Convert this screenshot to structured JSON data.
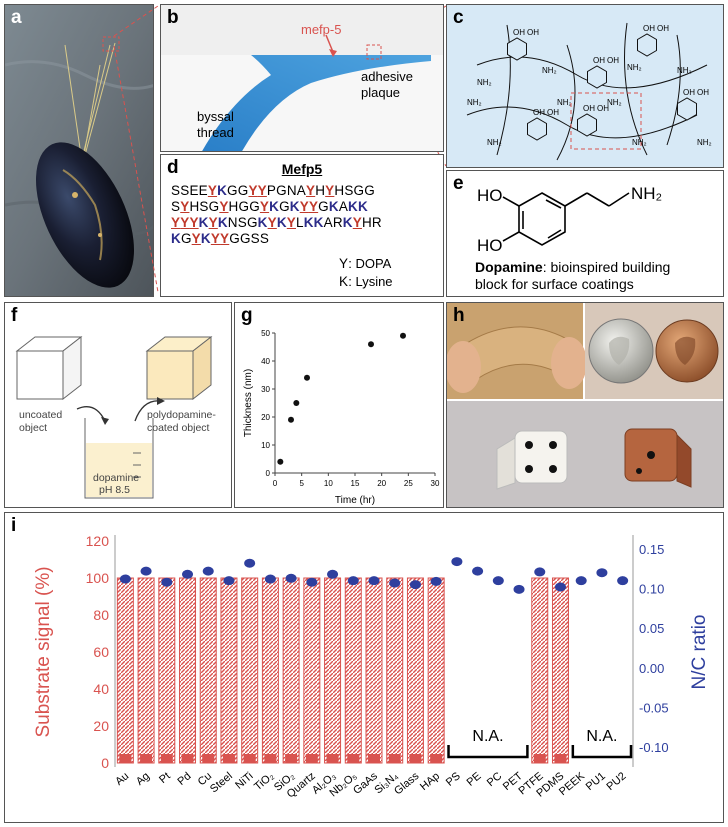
{
  "labels": {
    "a": "a",
    "b": "b",
    "c": "c",
    "d": "d",
    "e": "e",
    "f": "f",
    "g": "g",
    "h": "h",
    "i": "i"
  },
  "panel_b": {
    "mefp": "mefp-5",
    "adhesive": "adhesive",
    "plaque": "plaque",
    "byssal": "byssal",
    "thread": "thread"
  },
  "panel_c": {
    "nh2": "NH₂",
    "oh": "OH"
  },
  "panel_d": {
    "title": "Mefp5",
    "lines": [
      "SSEEYKGGYYPGNAYHYHSGG",
      "SYHSGYHGGYKGKYYGKAKK",
      "YYYKYKNSGKYKYLKKARKYHR",
      "KGYKYYGGSS"
    ],
    "legend_y_code": "Y",
    "legend_y": ": DOPA",
    "legend_k_code": "K",
    "legend_k": ": Lysine"
  },
  "panel_e": {
    "ho_top": "HO",
    "ho_bottom": "HO",
    "nh2": "NH₂",
    "caption_bold": "Dopamine",
    "caption_rest": ": bioinspired building",
    "caption_line2": "block for surface coatings"
  },
  "panel_f": {
    "uncoated": "uncoated",
    "object": "object",
    "coated1": "polydopamine-",
    "coated2": "coated object",
    "dopamine": "dopamine",
    "ph": "pH 8.5"
  },
  "panel_h": {},
  "chart_data": [
    {
      "type": "scatter",
      "title": "",
      "xlabel": "Time (hr)",
      "ylabel": "Thickness (nm)",
      "xlim": [
        0,
        30
      ],
      "ylim": [
        0,
        50
      ],
      "xticks": [
        0,
        5,
        10,
        15,
        20,
        25,
        30
      ],
      "yticks": [
        0,
        10,
        20,
        30,
        40,
        50
      ],
      "x": [
        1,
        3,
        4,
        6,
        18,
        24
      ],
      "y": [
        4,
        19,
        25,
        34,
        46,
        49
      ]
    },
    {
      "type": "bar",
      "ylabel": "Substrate signal (%)",
      "y2label": "N/C ratio",
      "ylim": [
        0,
        120
      ],
      "yticks": [
        0,
        20,
        40,
        60,
        80,
        100,
        120
      ],
      "y2lim": [
        -0.12,
        0.16
      ],
      "y2ticks": [
        "-0.10",
        "-0.05",
        "0.00",
        "0.05",
        "0.10",
        "0.15"
      ],
      "categories": [
        "Au",
        "Ag",
        "Pt",
        "Pd",
        "Cu",
        "Steel",
        "NiTi",
        "TiO2",
        "SiO2",
        "Quartz",
        "Al2O3",
        "Nb2O5",
        "GaAs",
        "Si3N4",
        "Glass",
        "HAp",
        "PS",
        "PE",
        "PC",
        "PET",
        "PTFE",
        "PDMS",
        "PEEK",
        "PU1",
        "PU2"
      ],
      "series": [
        {
          "values": [
            100,
            100,
            100,
            100,
            100,
            100,
            100,
            100,
            100,
            100,
            100,
            100,
            100,
            100,
            100,
            100,
            null,
            null,
            null,
            null,
            100,
            100,
            null,
            null,
            null
          ]
        },
        {
          "values": [
            0.112,
            0.122,
            0.108,
            0.118,
            0.122,
            0.11,
            0.132,
            0.112,
            0.113,
            0.108,
            0.118,
            0.11,
            0.11,
            0.107,
            0.105,
            0.109,
            0.134,
            0.122,
            0.11,
            0.099,
            0.121,
            0.102,
            0.11,
            0.12,
            0.11
          ]
        }
      ],
      "annotations": [
        "N.A.",
        "N.A."
      ],
      "colors": {
        "bar": "#d9534f",
        "dots": "#2e3f9e",
        "axis_left": "#d9534f",
        "axis_right": "#2e3f9e"
      }
    }
  ]
}
